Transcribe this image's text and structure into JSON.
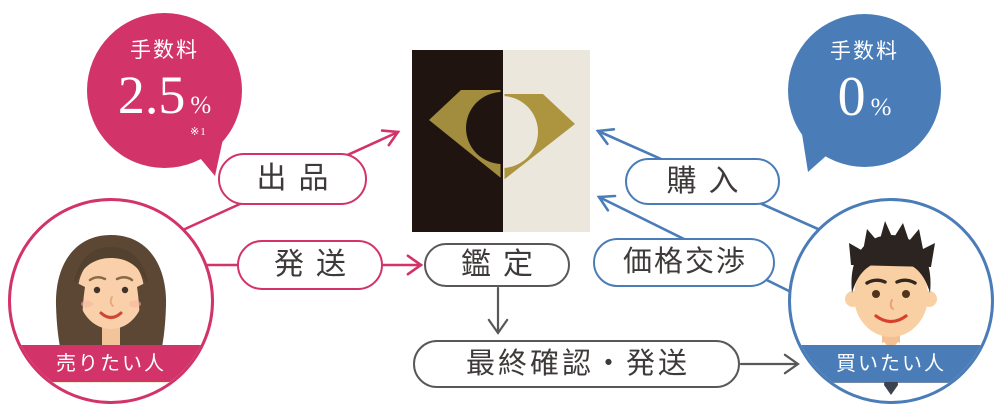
{
  "seller": {
    "fee_bubble": {
      "title": "手数料",
      "rate": "2.5",
      "unit": "%",
      "note": "※1"
    },
    "label": "売りたい人",
    "action_listing": "出品",
    "action_shipping": "発送"
  },
  "buyer": {
    "fee_bubble": {
      "title": "手数料",
      "rate": "0",
      "unit": "%"
    },
    "label": "買いたい人",
    "action_purchase": "購入",
    "action_negotiation": "価格交渉"
  },
  "process": {
    "appraisal": "鑑定",
    "final_step": "最終確認・発送"
  },
  "colors": {
    "seller_accent": "#d23368",
    "buyer_accent": "#4a7cb8",
    "neutral_gray": "#595757",
    "logo_gold_left": "#a18d3d",
    "logo_gold_right": "#ad9540",
    "logo_black": "#1f1410",
    "logo_cream": "#ece7dd",
    "text_dark": "#3e3a39"
  }
}
